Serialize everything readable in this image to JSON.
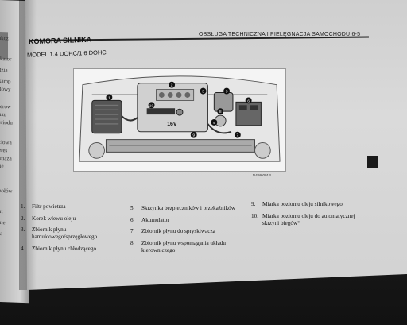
{
  "running_head": "OBSŁUGA TECHNICZNA I PIELĘGNACJA SAMOCHODU 6-5",
  "section": {
    "title": "KOMORA SILNIKA",
    "subtitle": "MODEL 1.4 DOHC/1.6 DOHC"
  },
  "diagram": {
    "engine_badge": "16V",
    "code": "N4W6001B",
    "callouts": [
      "1",
      "2",
      "3",
      "4",
      "5",
      "6",
      "7",
      "8",
      "9",
      "10"
    ]
  },
  "legend": {
    "col1": [
      {
        "num": "1.",
        "text": "Filtr powietrza"
      },
      {
        "num": "2.",
        "text": "Korek wlewu oleju"
      },
      {
        "num": "3.",
        "text": "Zbiornik płynu hamulcowego/sprzęgłowego"
      },
      {
        "num": "4.",
        "text": "Zbiornik płynu chłodzącego"
      }
    ],
    "col2": [
      {
        "num": "5.",
        "text": "Skrzynka bezpieczników i przekaźników"
      },
      {
        "num": "6.",
        "text": "Akumulator"
      },
      {
        "num": "7.",
        "text": "Zbiornik płynu do spryskiwacza"
      },
      {
        "num": "8.",
        "text": "Zbiornik płynu wspomagania układu kierowniczego"
      }
    ],
    "col3": [
      {
        "num": "9.",
        "text": "Miarka poziomu oleju silnikowego"
      },
      {
        "num": "10.",
        "text": "Miarka poziomu oleju do automatycznej skrzyni biegów*"
      }
    ]
  },
  "left_page": {
    "fragments": [
      "akcz",
      "ikator",
      "dzia",
      "kamp",
      "dowy",
      "ierow",
      "usz",
      "eriodu",
      "ciowa",
      "eres",
      "lmaza",
      "ue",
      "połów",
      "ut",
      "nie",
      "ła",
      "t"
    ]
  }
}
